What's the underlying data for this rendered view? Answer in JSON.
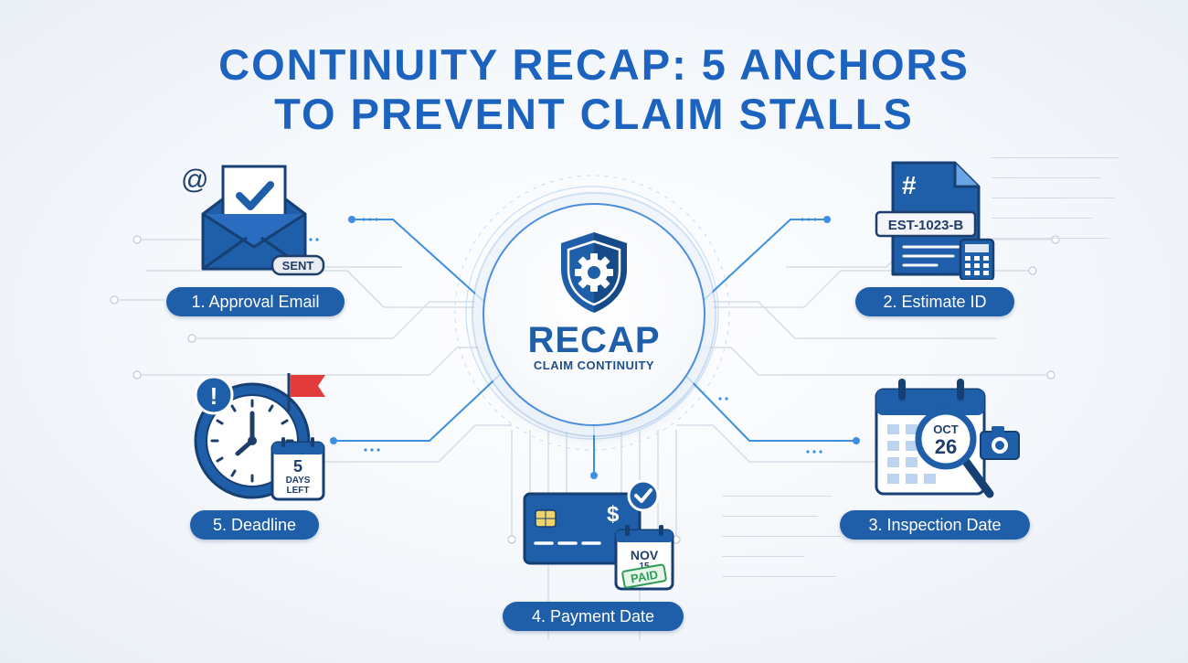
{
  "title": {
    "line1": "CONTINUITY RECAP: 5 ANCHORS",
    "line2": "TO PREVENT CLAIM STALLS"
  },
  "hub": {
    "title": "RECAP",
    "subtitle": "CLAIM CONTINUITY",
    "icon": "shield-gear-icon"
  },
  "anchors": [
    {
      "label": "1. Approval Email",
      "icon": "envelope-check-icon",
      "tag": "SENT",
      "extra": "@"
    },
    {
      "label": "2. Estimate ID",
      "icon": "document-icon",
      "tag": "EST-1023-B",
      "extra": "#"
    },
    {
      "label": "3. Inspection Date",
      "icon": "calendar-search-icon",
      "month": "OCT",
      "day": "26"
    },
    {
      "label": "4. Payment Date",
      "icon": "credit-card-icon",
      "month": "NOV",
      "day": "15",
      "stamp": "PAID",
      "currency": "$"
    },
    {
      "label": "5. Deadline",
      "icon": "clock-icon",
      "count": "5",
      "unit1": "DAYS",
      "unit2": "LEFT",
      "alert": "!"
    }
  ],
  "colors": {
    "primary": "#1f5ea8",
    "title": "#1b63be",
    "accent": "#4a8fdc",
    "flag": "#e23b3b",
    "paid": "#2e9d55"
  }
}
